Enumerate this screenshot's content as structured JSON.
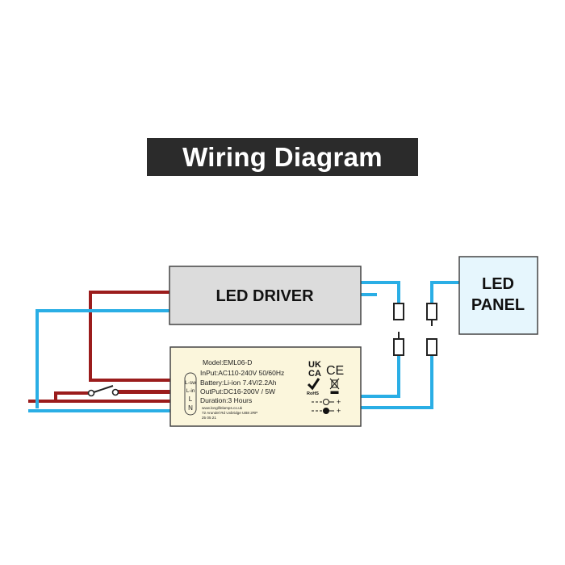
{
  "title": "Wiring Diagram",
  "led_driver": {
    "label": "LED DRIVER"
  },
  "led_panel": {
    "line1": "LED",
    "line2": "PANEL"
  },
  "emergency_unit": {
    "model": "Model:EML06-D",
    "input": "InPut:AC110-240V 50/60Hz",
    "battery": "Battery:Li-ion 7.4V/2.2Ah",
    "output": "OutPut:DC16-200V / 5W",
    "duration": "Duration:3 Hours",
    "website": "www.longlifelamps.co.uk",
    "address": "72 Arundel Rd Uxbridge UB8 2RP",
    "date": "25 05 21",
    "terminals": [
      "L-sw",
      "L-in",
      "L",
      "N"
    ],
    "marks": {
      "ukca_top": "UK",
      "ukca_bottom": "CA",
      "ce": "CE",
      "rohs": "RoHS"
    },
    "polarity": [
      "+",
      "+"
    ]
  },
  "colors": {
    "live_wire": "#9b1c1c",
    "neutral_wire": "#2aaee5",
    "label_bg": "#2b2b2b",
    "driver_fill": "#dcdcdc",
    "panel_fill": "#e6f6fd",
    "unit_fill": "#fbf6dc"
  }
}
